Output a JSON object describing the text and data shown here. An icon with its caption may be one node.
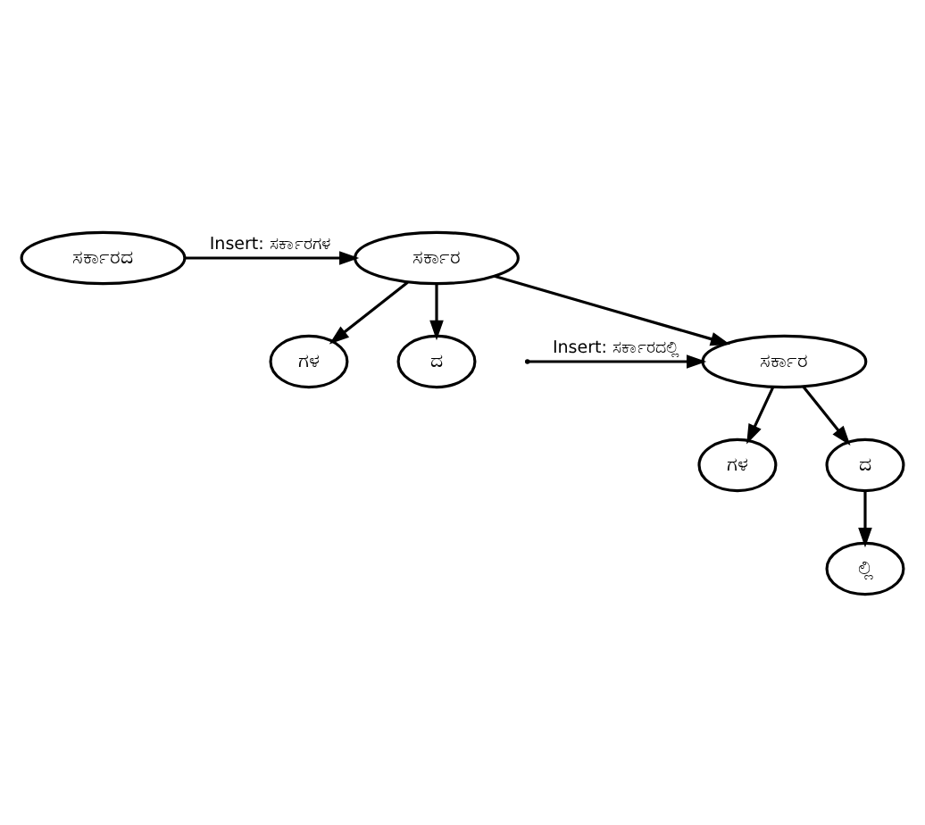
{
  "diagram": {
    "nodes": [
      {
        "text": [
          "ಸರ್ಕಾರದ"
        ]
      },
      {
        "text": [
          "ಸರ್ಕಾರ"
        ]
      },
      {
        "text": [
          "ಗಳ"
        ]
      },
      {
        "text": [
          "ದ"
        ]
      },
      {
        "text": [
          "ಸರ್ಕಾರ"
        ]
      },
      {
        "text": [
          "ಗಳ"
        ]
      },
      {
        "text": [
          "ದ"
        ]
      },
      {
        "text": [
          "ಲ್ಲಿ"
        ]
      }
    ],
    "edges": [
      {
        "from": 0,
        "to": 1,
        "arrow": "to",
        "label": "Insert: ಸರ್ಕಾರಗಳ"
      },
      {
        "from": 1,
        "to": 2,
        "arrow": "to"
      },
      {
        "from": 1,
        "to": 3,
        "arrow": "to"
      },
      {
        "from": 1,
        "to": 4,
        "arrow": "to"
      },
      {
        "from": null,
        "to": 4,
        "arrow": "to",
        "label": "Insert: ಸರ್ಕಾರದಲ್ಲಿ"
      },
      {
        "from": 4,
        "to": 5,
        "arrow": "to"
      },
      {
        "from": 4,
        "to": 6,
        "arrow": "to"
      },
      {
        "from": 6,
        "to": 7,
        "arrow": "to"
      }
    ]
  }
}
